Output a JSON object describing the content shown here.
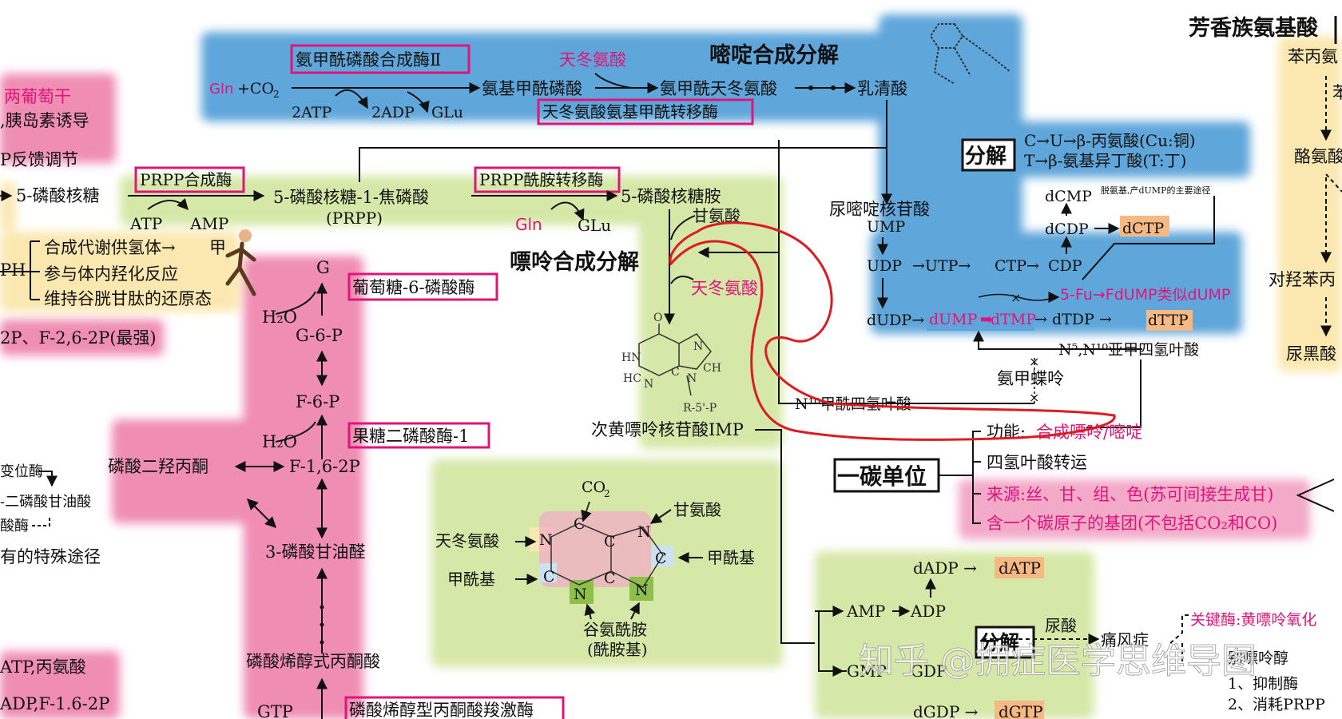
{
  "sections": {
    "pyrimidine": "嘧啶合成分解",
    "purine": "嘌呤合成分解",
    "aromatic": "芳香族氨基酸",
    "one_carbon": "一碳单位"
  },
  "colors": {
    "blue": "#5ea6da",
    "pink": "#f08db3",
    "green": "#d5e8a7",
    "yellow": "#fbe8b0",
    "orange": "#f7b984",
    "magenta": "#e0157a",
    "red_mark": "#dd1b22"
  },
  "pyrimidine": {
    "gln_co2": "Gln+CO",
    "co2_sub": "2",
    "enzyme1": "氨甲酰磷酸合成酶Ⅱ",
    "atp2": "2ATP",
    "adp2": "2ADP",
    "glu": "GLu",
    "carbamoyl_p": "氨基甲酰磷酸",
    "aspartate": "天冬氨酸",
    "carbamoyl_asp": "氨甲酰天冬氨酸",
    "enzyme2": "天冬氨酸氨基甲酰转移酶",
    "orotate": "乳清酸",
    "decompose": "分解",
    "decomp_c": "C→U→β-丙氨酸(Cu:铜)",
    "decomp_t": "T→β-氨基异丁酸(T:丁)",
    "ump_title": "尿嘧啶核苷酸",
    "ump": "UMP",
    "udp": "UDP",
    "utp": "→UTP→",
    "ctp": "CTP→",
    "cdp": "CDP",
    "dcmp": "dCMP",
    "dcmp_note": "脱氨基,产dUMP的主要途径",
    "dcdp": "dCDP",
    "dctp": "dCTP",
    "dudp": "dUDP→",
    "dump": "dUMP",
    "dtmp": "dTMP",
    "dtdp": "→ dTDP →",
    "dttp": "dTTP",
    "fu": "5-Fu→FdUMP类似dUMP",
    "thf_methylene": "N⁵,N¹⁰亚甲四氢叶酸",
    "mtx": "氨甲蝶呤",
    "thf_formyl": "N¹⁰甲酰四氢叶酸"
  },
  "purine": {
    "ribose5p": "5-磷酸核糖",
    "enzyme_prpp": "PRPP合成酶",
    "atp": "ATP",
    "amp": "AMP",
    "prpp": "5-磷酸核糖-1-焦磷酸",
    "prpp_abbr": "(PRPP)",
    "enzyme_amido": "PRPP酰胺转移酶",
    "gln": "Gln",
    "glu": "GLu",
    "ribosylamine": "5-磷酸核糖胺",
    "glycine": "甘氨酸",
    "aspartate": "天冬氨酸",
    "imp": "次黄嘌呤核苷酸IMP",
    "r5p_label": "R-5'-P",
    "ring_co2": "CO",
    "ring_co2_sub": "2",
    "ring_gly": "甘氨酸",
    "ring_asp": "天冬氨酸",
    "ring_formyl1": "甲酰基",
    "ring_formyl2": "甲酰基",
    "ring_gln1": "谷氨酰胺",
    "ring_gln2": "(酰胺基)",
    "dadp": "dADP →",
    "datp": "dATP",
    "amp_out": "AMP",
    "adp_out": "ADP",
    "gmp": "GMP",
    "gdp": "GDP",
    "dgdp": "dGDP →",
    "dgtp": "dGTP",
    "decompose": "分解",
    "uric": "尿酸",
    "gout": "痛风症",
    "key_enzyme": "关键酶:黄嘌呤氧化",
    "allo1": "别嘌呤醇",
    "allo2": "1、抑制酶",
    "allo3": "2、消耗PRPP"
  },
  "one_carbon": {
    "func_label": "功能:",
    "func_value": "合成嘌呤/嘧啶",
    "carrier": "四氢叶酸转运",
    "source": "来源:丝、甘、组、色(苏可间接生成甘)",
    "contains": "含一个碳原子的基团(不包括CO₂和CO)"
  },
  "glycolysis": {
    "g": "G",
    "h2o_1": "H₂O",
    "g6p": "G-6-P",
    "enzyme_g6pase": "葡萄糖-6-磷酸酶",
    "f6p": "F-6-P",
    "h2o_2": "H₂O",
    "enzyme_fbpase": "果糖二磷酸酶-1",
    "dhap": "磷酸二羟丙酮",
    "f16p": "F-1,6-2P",
    "gap": "3-磷酸甘油醛",
    "pep": "磷酸烯醇式丙酮酸",
    "gtp": "GTP",
    "enzyme_pepck": "磷酸烯醇型丙酮酸羧激酶"
  },
  "left_edge": {
    "two_glucose": "两葡萄干",
    "insulin": ",胰岛素诱导",
    "feedback": "P反馈调节",
    "r5p": "5-磷酸核糖",
    "nadph1": "合成代谢供氢体→",
    "nadph1_end": "甲",
    "nadph2": "参与体内羟化反应",
    "nadph3": "维持谷胱甘肽的还原态",
    "ph": "PH",
    "regulators": "2P、F-2,6-2P(最强)",
    "mutase": "变位酶",
    "bpg": "-二磷酸甘油酸",
    "ase": "酸酶",
    "special": "有的特殊途径",
    "atp_ala": "ATP,丙氨酸",
    "adp_f16": "ADP,F-1.6-2P"
  },
  "aromatic": {
    "phe": "苯丙氨",
    "tyr_short": "苯",
    "tyr": "酪氨酸",
    "hpp": "对羟苯丙",
    "homogentisate": "尿黑酸"
  },
  "watermark": "知乎 @拥症医学思维导图"
}
